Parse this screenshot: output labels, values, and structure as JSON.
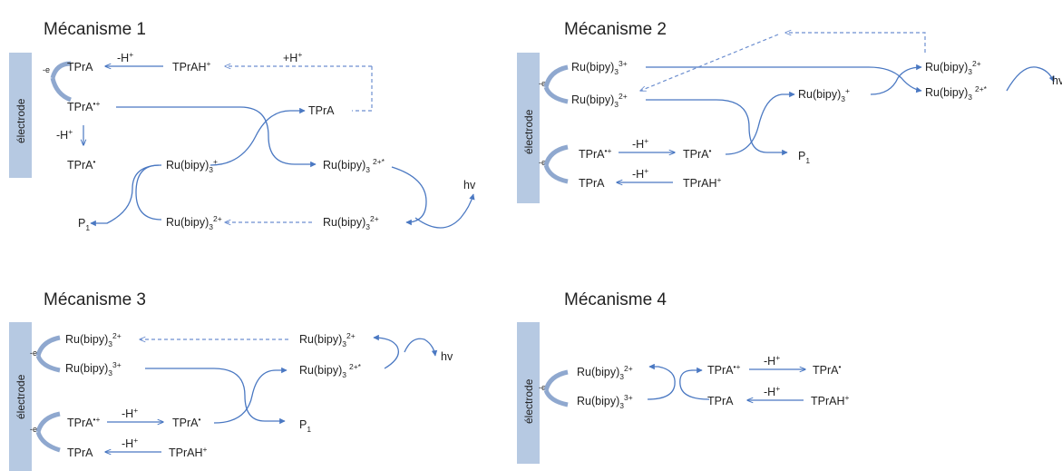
{
  "electrode_label": "électrode",
  "electron_label": "-e",
  "species": {
    "tpra": "TPrA",
    "tpra_radical_cation_base": "TPrA",
    "tpra_radical_cation_sup": "•+",
    "tpra_radical_base": "TPrA",
    "tpra_radical_sup": "•",
    "tprah_base": "TPrAH",
    "tprah_sup": "+",
    "p1_base": "P",
    "p1_sub": "1",
    "ru_base": "Ru(bipy)",
    "ru_sub": "3",
    "ru3_sup": "3+",
    "ru2_sup": "2+",
    "ru1_sup": "+",
    "ru2star_sup": "2+*"
  },
  "reagents": {
    "minus_h": "-H",
    "plus_h": "+H",
    "h_sup": "+"
  },
  "emission": "hv",
  "mechanisms": [
    {
      "title": "Mécanisme 1"
    },
    {
      "title": "Mécanisme 2"
    },
    {
      "title": "Mécanisme 3"
    },
    {
      "title": "Mécanisme 4"
    }
  ]
}
